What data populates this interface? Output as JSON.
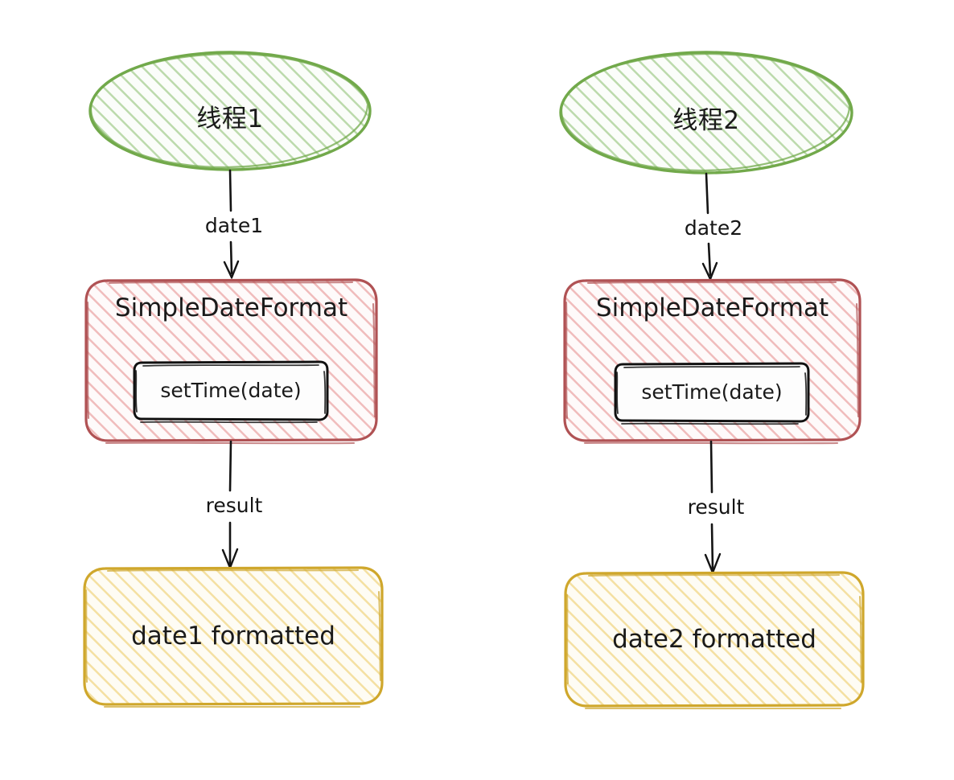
{
  "diagram": {
    "title": "SimpleDateFormat thread safety diagram",
    "background_color": "#ffffff",
    "colors": {
      "green_stroke": "#72a94b",
      "green_fill": "#e8f3e0",
      "red_stroke": "#b05254",
      "red_fill": "#f7dcdc",
      "yellow_stroke": "#cfa72c",
      "yellow_fill": "#fbf0c9",
      "inner_stroke": "#111111",
      "inner_fill": "#fdfdfd",
      "arrow_color": "#141414",
      "text_color": "#1a1a1a"
    },
    "columns": [
      {
        "id": "thread1",
        "thread_node": {
          "label": "线程1",
          "shape": "ellipse",
          "style": "green-hatched"
        },
        "edge_top": {
          "label": "date1",
          "direction": "down"
        },
        "format_node": {
          "label": "SimpleDateFormat",
          "shape": "rounded-rect",
          "style": "red-hatched",
          "inner_node": {
            "label": "setTime(date)",
            "shape": "rounded-rect",
            "style": "white"
          }
        },
        "edge_bottom": {
          "label": "result",
          "direction": "down"
        },
        "result_node": {
          "label": "date1 formatted",
          "shape": "rounded-rect",
          "style": "yellow-hatched"
        }
      },
      {
        "id": "thread2",
        "thread_node": {
          "label": "线程2",
          "shape": "ellipse",
          "style": "green-hatched"
        },
        "edge_top": {
          "label": "date2",
          "direction": "down"
        },
        "format_node": {
          "label": "SimpleDateFormat",
          "shape": "rounded-rect",
          "style": "red-hatched",
          "inner_node": {
            "label": "setTime(date)",
            "shape": "rounded-rect",
            "style": "white"
          }
        },
        "edge_bottom": {
          "label": "result",
          "direction": "down"
        },
        "result_node": {
          "label": "date2 formatted",
          "shape": "rounded-rect",
          "style": "yellow-hatched"
        }
      }
    ]
  }
}
